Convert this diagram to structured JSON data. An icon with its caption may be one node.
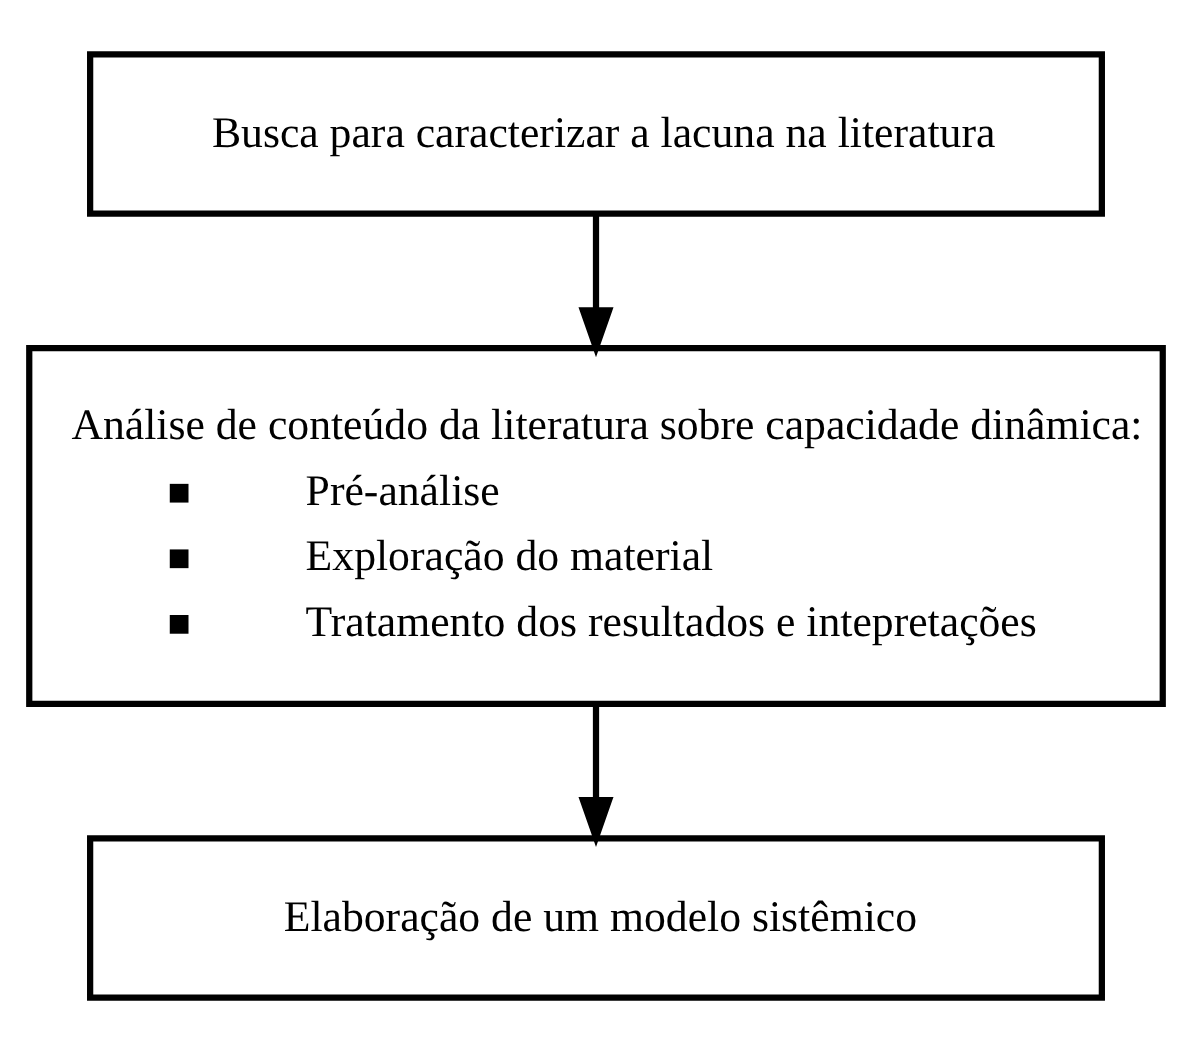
{
  "diagram": {
    "nodes": [
      {
        "text": [
          "Busca para caracterizar a lacuna na literatura"
        ]
      },
      {
        "text": [
          "Análise de conteúdo da literatura sobre capacidade dinâmica:",
          "Pré-análise",
          "Exploração do material",
          "Tratamento dos resultados e intepretações"
        ]
      },
      {
        "text": [
          "Elaboração de um modelo sistêmico"
        ]
      }
    ],
    "edges": [
      {
        "from": 0,
        "to": 1,
        "arrow": "to"
      },
      {
        "from": 1,
        "to": 2,
        "arrow": "to"
      }
    ]
  }
}
